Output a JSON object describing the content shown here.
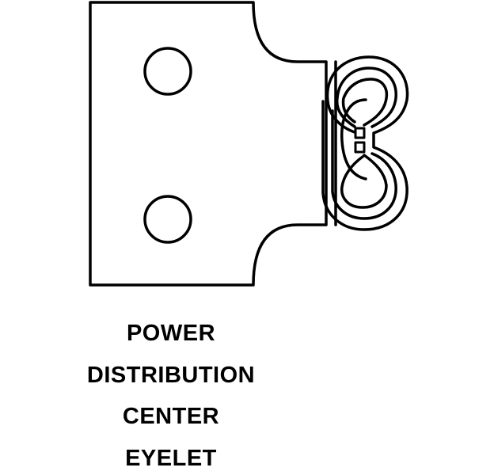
{
  "caption": {
    "lines": [
      "POWER",
      "DISTRIBUTION",
      "CENTER",
      "EYELET"
    ]
  },
  "colors": {
    "ink": "#000000",
    "paper": "#ffffff"
  }
}
